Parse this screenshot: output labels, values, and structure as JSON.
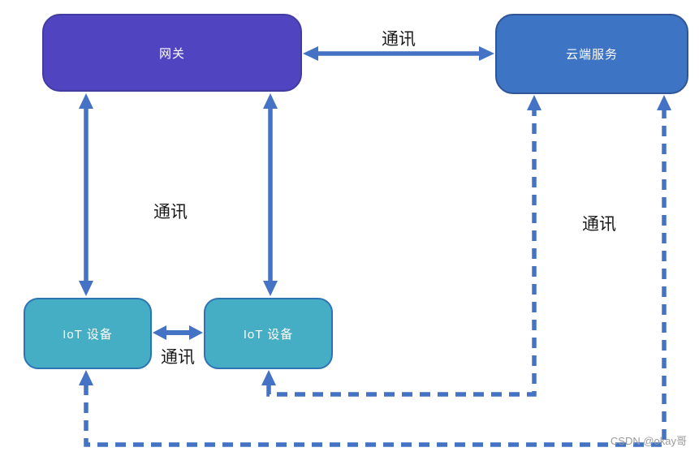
{
  "nodes": {
    "gateway": {
      "label": "网关",
      "fill": "#5144C1"
    },
    "cloud": {
      "label": "云端服务",
      "fill": "#3E74C4"
    },
    "iot_left": {
      "label": "IoT 设备",
      "fill": "#45AEC5"
    },
    "iot_right": {
      "label": "IoT 设备",
      "fill": "#45AEC5"
    }
  },
  "edge_labels": {
    "gateway_cloud": "通讯",
    "gateway_iot": "通讯",
    "iot_iot": "通讯",
    "iot_cloud": "通讯"
  },
  "colors": {
    "arrow": "#4472C4",
    "gateway_fill": "#5144C1",
    "cloud_fill": "#3E74C4",
    "iot_fill": "#45AEC5",
    "label_text": "#1A1A1A",
    "watermark_text": "#9B9B9B"
  },
  "watermark": "CSDN @okay哥"
}
